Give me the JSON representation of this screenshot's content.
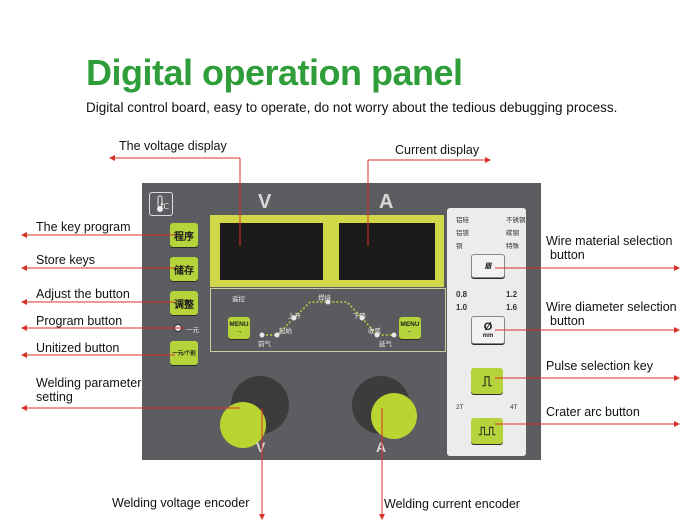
{
  "header": {
    "title": "Digital operation panel",
    "subtitle": "Digital control board, easy to operate, do not worry about the tedious debugging process."
  },
  "callouts": {
    "voltage_display": "The voltage display",
    "current_display": "Current display",
    "key_program": "The key program",
    "store_keys": "Store keys",
    "adjust_button": "Adjust the button",
    "program_button": "Program button",
    "unitized_button": "Unitized button",
    "welding_param_1": "Welding parameter",
    "welding_param_2": "setting",
    "voltage_encoder": "Welding voltage encoder",
    "current_encoder": "Welding current encoder",
    "wire_material_1": "Wire material selection",
    "wire_material_2": "button",
    "wire_diameter_1": "Wire diameter  selection",
    "wire_diameter_2": "button",
    "pulse_key": "Pulse selection key",
    "crater_arc": "Crater arc button"
  },
  "panel": {
    "voltage_letter": "V",
    "current_letter": "A",
    "knob_v_letter": "V",
    "knob_a_letter": "A",
    "btn_program": "程序",
    "btn_store": "储存",
    "btn_adjust": "调整",
    "menu_label": "MENU",
    "unit_one": "一元",
    "unit_toggle": "一元/个别",
    "remote": "遥控",
    "upslope": "上升",
    "welding": "焊接",
    "downslope": "下降",
    "arc_start": "起始",
    "crater": "收弧",
    "pre_gas": "前气",
    "post_gas": "延气",
    "mat_alsi": "铝硅",
    "mat_steel": "不锈钢",
    "mat_almg": "铝镁",
    "mat_carbon": "碳钢",
    "mat_copper": "铜",
    "mat_special": "特殊",
    "dia_08": "0.8",
    "dia_12": "1.2",
    "dia_10": "1.0",
    "dia_16": "1.6",
    "dia_symbol": "Ø",
    "dia_unit": "mm",
    "mode_2t": "2T",
    "mode_4t": "4T",
    "temp_unit": "℃"
  },
  "colors": {
    "title_green": "#2f9e3a",
    "panel_gray": "#5c5d60",
    "button_green": "#b7d33b",
    "arrow_red": "#d9302a"
  }
}
